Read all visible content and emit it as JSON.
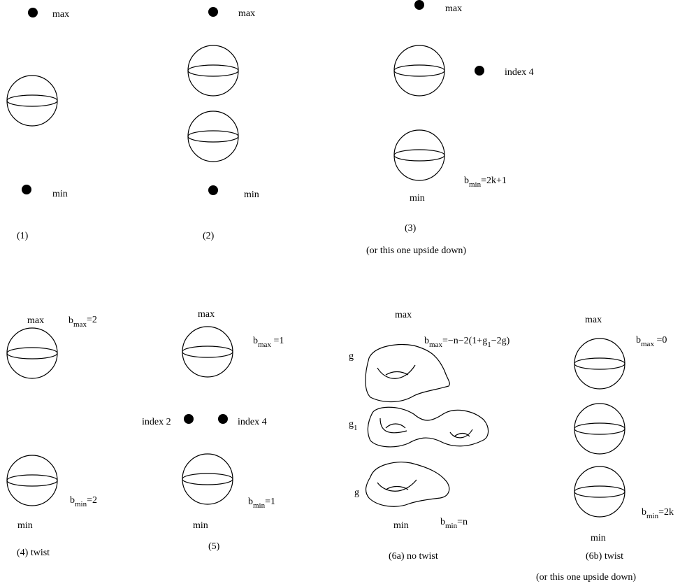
{
  "p1": {
    "max": "max",
    "min": "min",
    "caption": "(1)"
  },
  "p2": {
    "max": "max",
    "min": "min",
    "caption": "(2)"
  },
  "p3": {
    "max": "max",
    "index4": "index 4",
    "min": "min",
    "b": "b",
    "b_sub": "min",
    "b_val": "=2k+1",
    "caption": "(3)",
    "note": "(or this one upside down)"
  },
  "p4": {
    "max": "max",
    "min": "min",
    "bmax_b": "b",
    "bmax_sub": "max",
    "bmax_val": "=2",
    "bmin_b": "b",
    "bmin_sub": "min",
    "bmin_val": "=2",
    "caption": "(4)   twist"
  },
  "p5": {
    "max": "max",
    "min": "min",
    "index2": "index 2",
    "index4": "index 4",
    "bmax_b": "b",
    "bmax_sub": "max",
    "bmax_val": " =1",
    "bmin_b": "b",
    "bmin_sub": "min",
    "bmin_val": "=1",
    "caption": "(5)"
  },
  "p6a": {
    "max": "max",
    "min": "min",
    "bmax_b": "b",
    "bmax_sub": "max",
    "bmax_val": "=−n−2(1+g",
    "bmax_sub2": "1",
    "bmax_val2": "−2g)",
    "g_top": "g",
    "g1_g": "g",
    "g1_sub": "1",
    "g_bottom": "g",
    "bmin_b": "b",
    "bmin_sub": "min",
    "bmin_val": "=n",
    "caption": "(6a)    no twist"
  },
  "p6b": {
    "max": "max",
    "min": "min",
    "bmax_b": "b",
    "bmax_sub": "max",
    "bmax_val": " =0",
    "bmin_b": "b",
    "bmin_sub": "min",
    "bmin_val": "=2k",
    "caption": "(6b)    twist",
    "note": "(or this one upside down)"
  }
}
